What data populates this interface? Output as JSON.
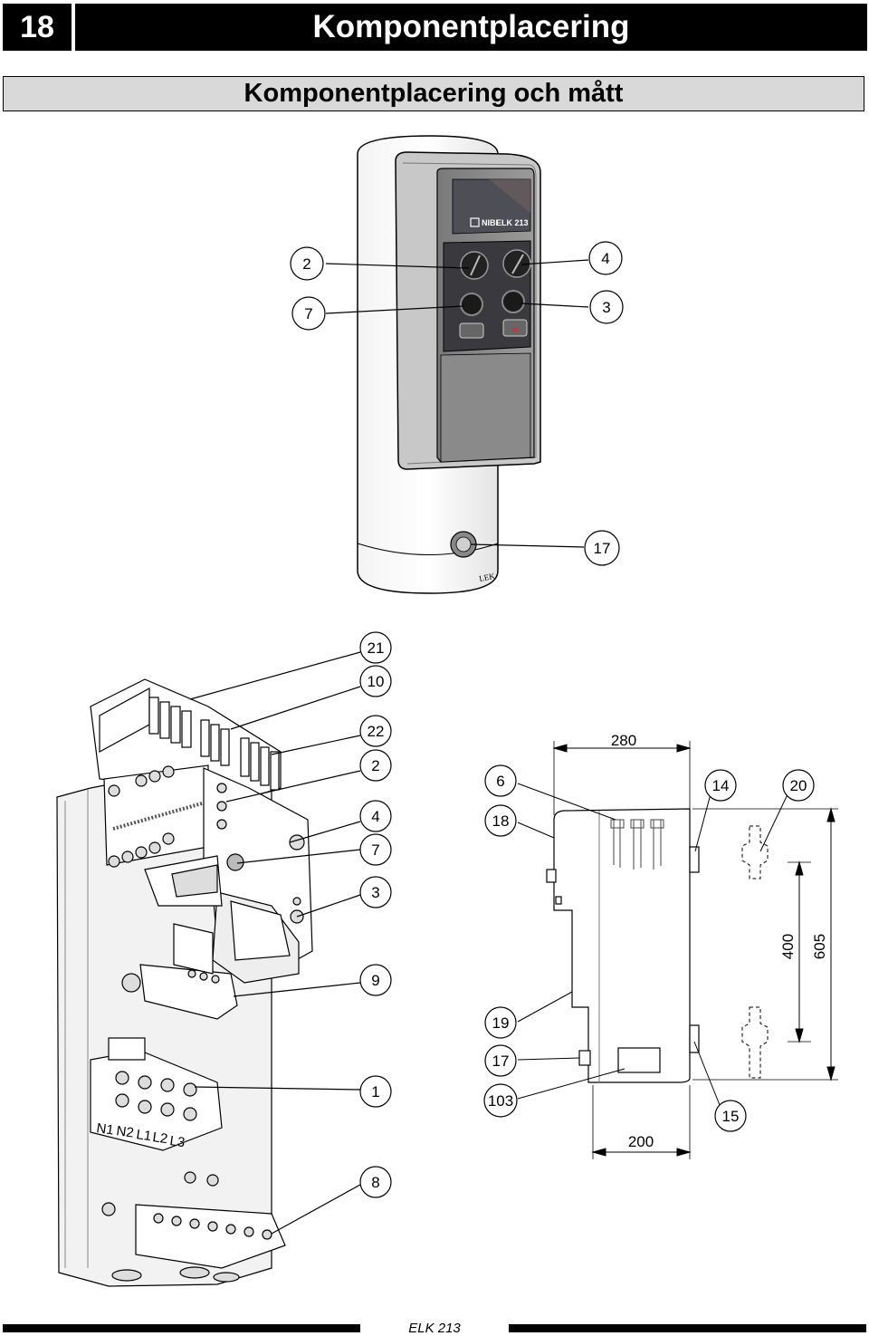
{
  "header": {
    "page_number": "18",
    "title": "Komponentplacering"
  },
  "section": {
    "title": "Komponentplacering och mått"
  },
  "footer": {
    "product": "ELK 213"
  },
  "product_panel": {
    "brand": "NIBE",
    "model": "ELK 213",
    "tank_mark": "LEK"
  },
  "terminal_labels": [
    "N1",
    "N2",
    "L1",
    "L2",
    "L3"
  ],
  "callouts_top": [
    "2",
    "4",
    "7",
    "3",
    "17"
  ],
  "callouts_internal": [
    "21",
    "10",
    "22",
    "2",
    "4",
    "7",
    "3",
    "9",
    "1",
    "8"
  ],
  "callouts_side": [
    "6",
    "14",
    "20",
    "18",
    "19",
    "17",
    "103",
    "15"
  ],
  "dimensions": {
    "width": "280",
    "height_inner": "400",
    "height_total": "605",
    "bottom": "200"
  }
}
